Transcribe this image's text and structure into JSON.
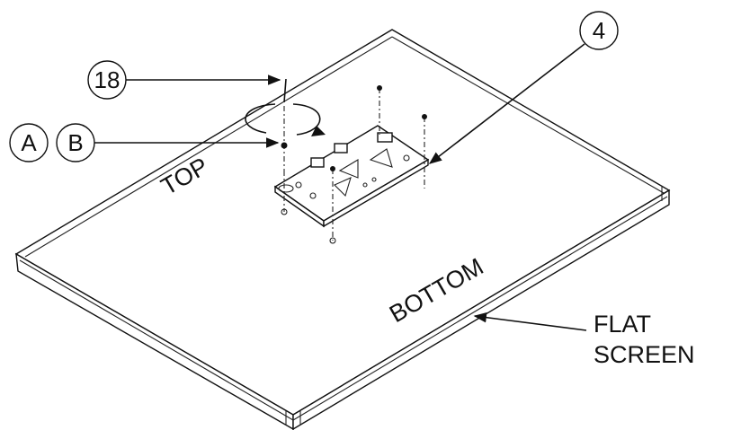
{
  "callouts": {
    "fastener": "18",
    "mount": "4",
    "part_a": "A",
    "part_b": "B"
  },
  "surface_labels": {
    "top": "TOP",
    "bottom": "BOTTOM"
  },
  "pointer_label": {
    "line1": "FLAT",
    "line2": "SCREEN"
  },
  "icons": [
    "rotation-arrow-icon",
    "screw-icon",
    "leader-arrow-icon"
  ],
  "colors": {
    "ink": "#111111",
    "paper": "#ffffff"
  }
}
